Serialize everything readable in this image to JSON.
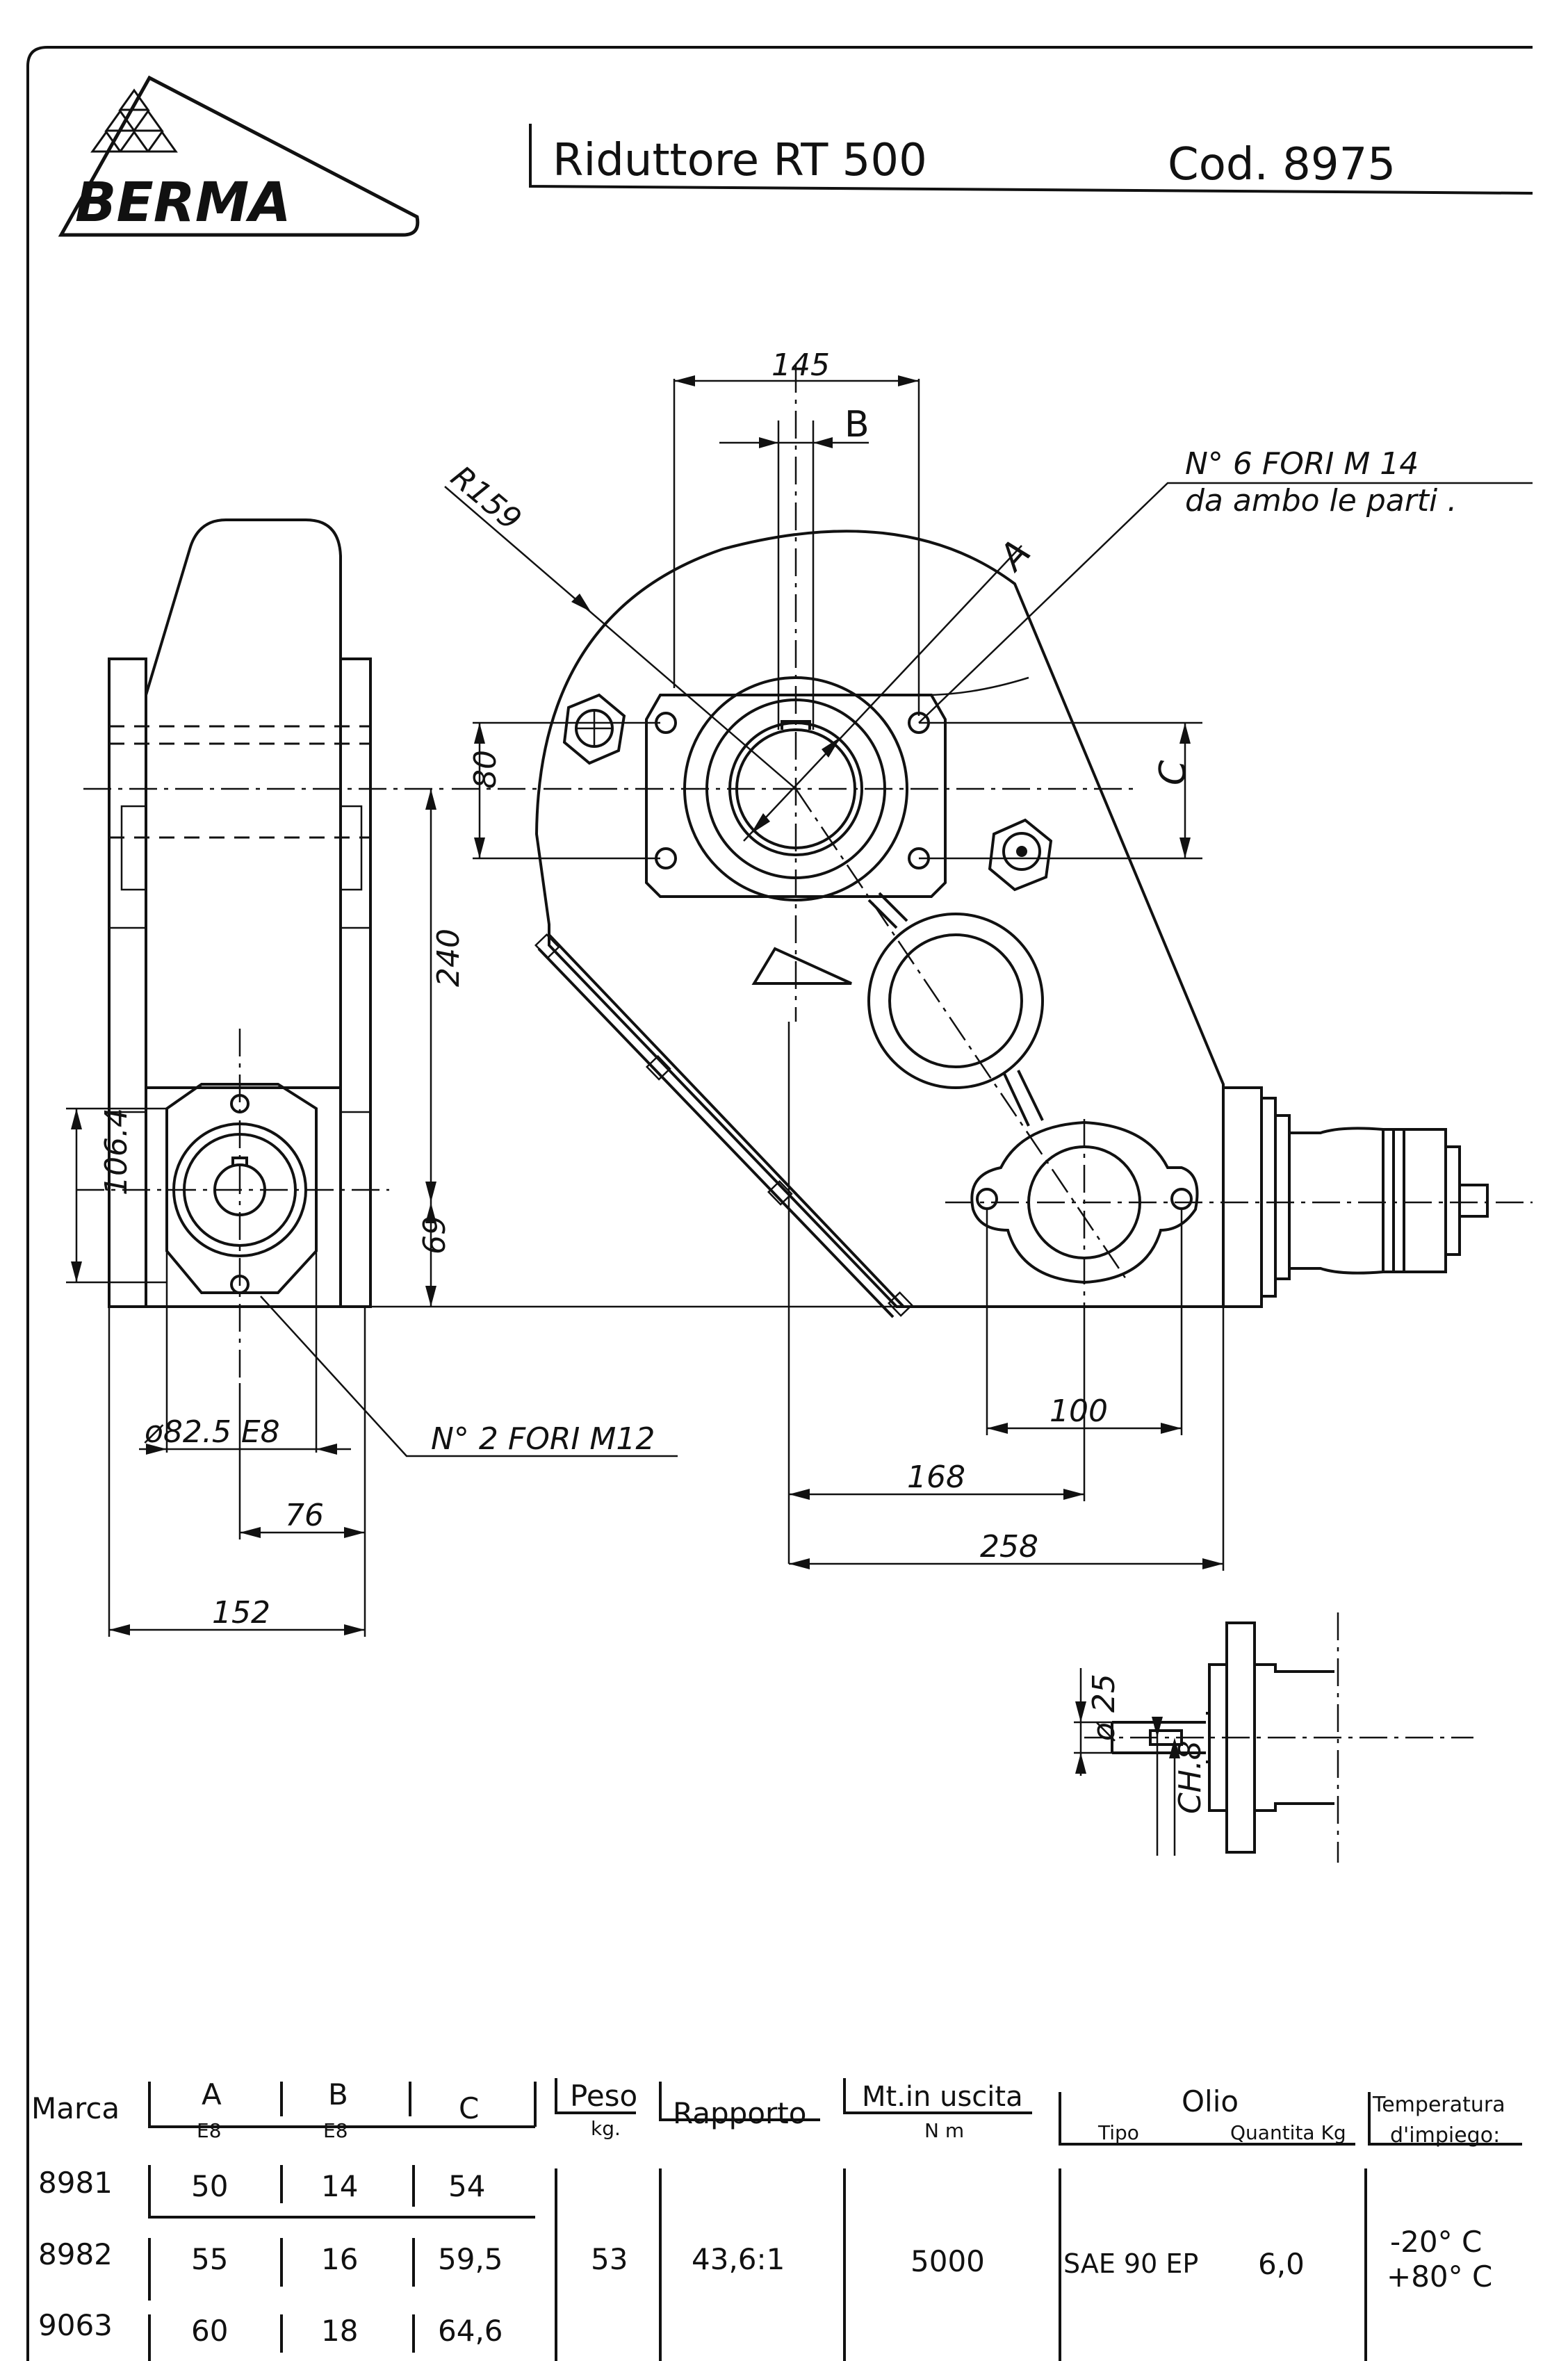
{
  "header": {
    "brand": "BERMA",
    "title": "Riduttore RT 500",
    "code": "Cod. 8975"
  },
  "drawing": {
    "dims": {
      "d145": "145",
      "dB": "B",
      "dA": "A",
      "dC": "C",
      "r159": "R159",
      "d80": "80",
      "d240": "240",
      "d69": "69",
      "d106": "106.4",
      "d82": "ø82.5 E8",
      "d76": "76",
      "d152": "152",
      "d100": "100",
      "d168": "168",
      "d258": "258",
      "d25": "ø 25",
      "ch8": "CH.8"
    },
    "notes": {
      "holes6_line1": "N° 6 FORI M 14",
      "holes6_line2": "da ambo le parti .",
      "holes2": "N° 2 FORI M12"
    }
  },
  "table": {
    "headers": {
      "marca": "Marca",
      "a": "A",
      "a_sub": "E8",
      "b": "B",
      "b_sub": "E8",
      "c": "C",
      "peso": "Peso",
      "peso_sub": "kg.",
      "rapporto": "Rapporto",
      "mt": "Mt.in uscita",
      "mt_sub": "N m",
      "olio": "Olio",
      "tipo": "Tipo",
      "quantita": "Quantita Kg",
      "temp": "Temperatura",
      "temp_sub": "d'impiego:"
    },
    "rows": [
      {
        "marca": "8981",
        "a": "50",
        "b": "14",
        "c": "54"
      },
      {
        "marca": "8982",
        "a": "55",
        "b": "16",
        "c": "59,5"
      },
      {
        "marca": "9063",
        "a": "60",
        "b": "18",
        "c": "64,6"
      }
    ],
    "common": {
      "peso": "53",
      "rapporto": "43,6:1",
      "mt": "5000",
      "tipo": "SAE 90 EP",
      "quantita": "6,0",
      "temp_min": "-20° C",
      "temp_max": "+80° C"
    }
  }
}
